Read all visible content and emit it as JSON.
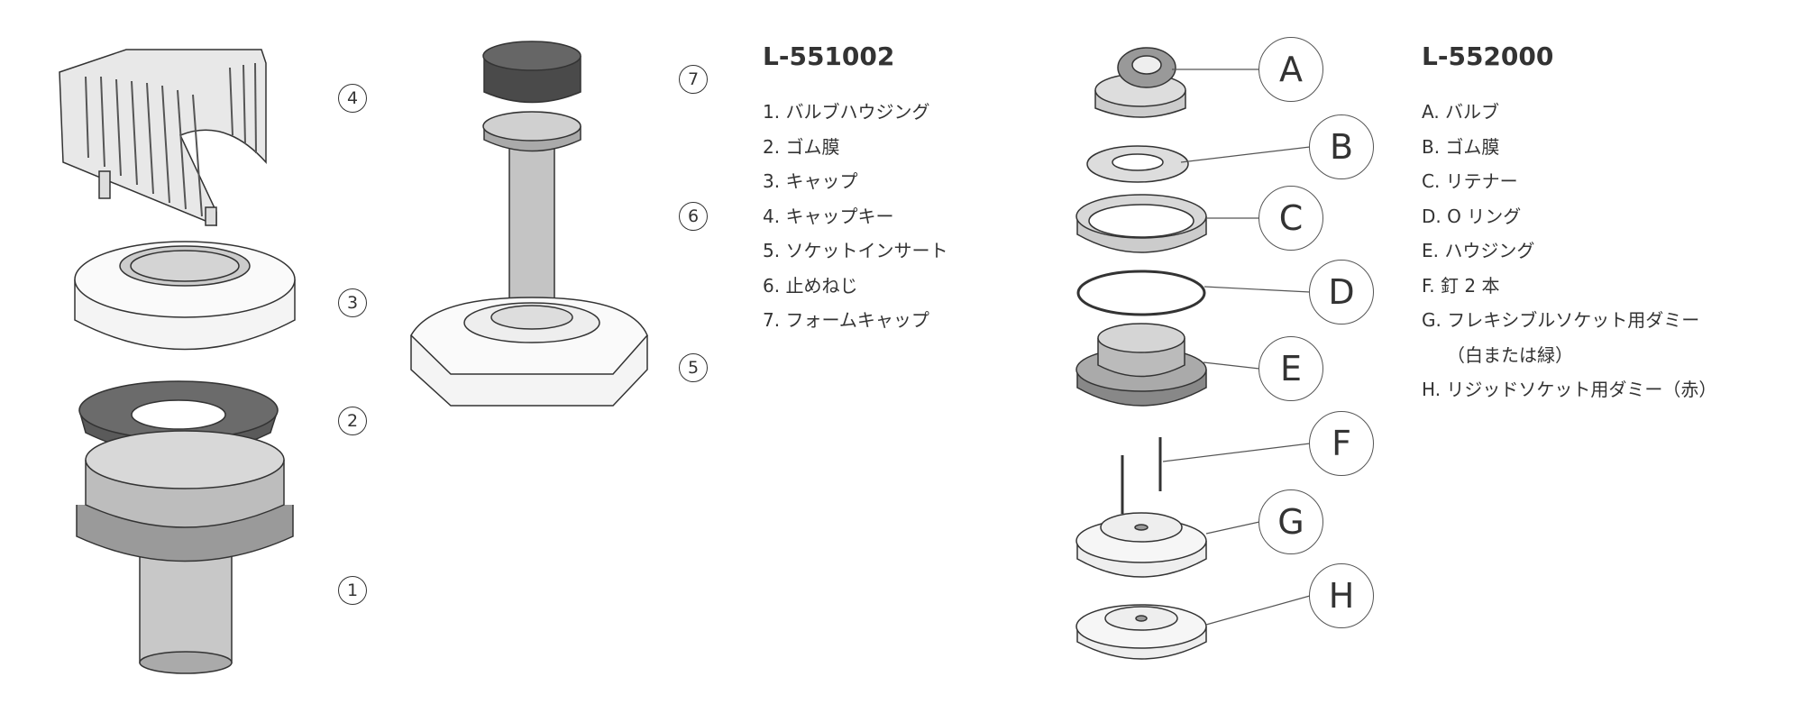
{
  "left_kit": {
    "title": "L-551002",
    "items": [
      "1. バルブハウジング",
      "2. ゴム膜",
      "3. キャップ",
      "4. キャップキー",
      "5. ソケットインサート",
      "6. 止めねじ",
      "7. フォームキャップ"
    ],
    "callouts": [
      "1",
      "2",
      "3",
      "4",
      "5",
      "6",
      "7"
    ]
  },
  "right_kit": {
    "title": "L-552000",
    "items": [
      "A. バルブ",
      "B. ゴム膜",
      "C. リテナー",
      "D. O リング",
      "E. ハウジング",
      "F. 釘 2 本",
      "G. フレキシブルソケット用ダミー",
      "（白または緑）",
      "H. リジッドソケット用ダミー（赤）"
    ],
    "callouts": [
      "A",
      "B",
      "C",
      "D",
      "E",
      "F",
      "G",
      "H"
    ]
  }
}
